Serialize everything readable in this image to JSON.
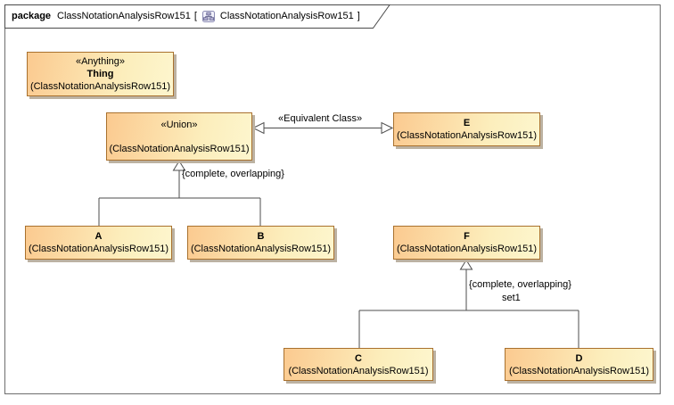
{
  "header": {
    "keyword": "package",
    "package_name": "ClassNotationAnalysisRow151",
    "bracket_open": "[",
    "diagram_name": "ClassNotationAnalysisRow151",
    "bracket_close": "]",
    "diagram_icon": "class-diagram-icon"
  },
  "nodes": {
    "thing": {
      "stereotype": "«Anything»",
      "name": "Thing",
      "qualifier": "(ClassNotationAnalysisRow151)"
    },
    "union": {
      "stereotype": "«Union»",
      "name": "",
      "qualifier": "(ClassNotationAnalysisRow151)"
    },
    "e": {
      "name": "E",
      "qualifier": "(ClassNotationAnalysisRow151)"
    },
    "a": {
      "name": "A",
      "qualifier": "(ClassNotationAnalysisRow151)"
    },
    "b": {
      "name": "B",
      "qualifier": "(ClassNotationAnalysisRow151)"
    },
    "f": {
      "name": "F",
      "qualifier": "(ClassNotationAnalysisRow151)"
    },
    "c": {
      "name": "C",
      "qualifier": "(ClassNotationAnalysisRow151)"
    },
    "d": {
      "name": "D",
      "qualifier": "(ClassNotationAnalysisRow151)"
    }
  },
  "edges": {
    "equivalent_class": {
      "label": "«Equivalent Class»"
    },
    "generalization_union": {
      "label": "{complete, overlapping}"
    },
    "generalization_f": {
      "label": "{complete, overlapping}",
      "set_label": "set1"
    }
  },
  "colors": {
    "node_fill_start": "#fbca90",
    "node_fill_end": "#fdf6ce",
    "node_border": "#a9712e",
    "node_shadow": "#bcb2a2",
    "connector": "#4d4d4d",
    "frame_border": "#6e6e6e"
  }
}
